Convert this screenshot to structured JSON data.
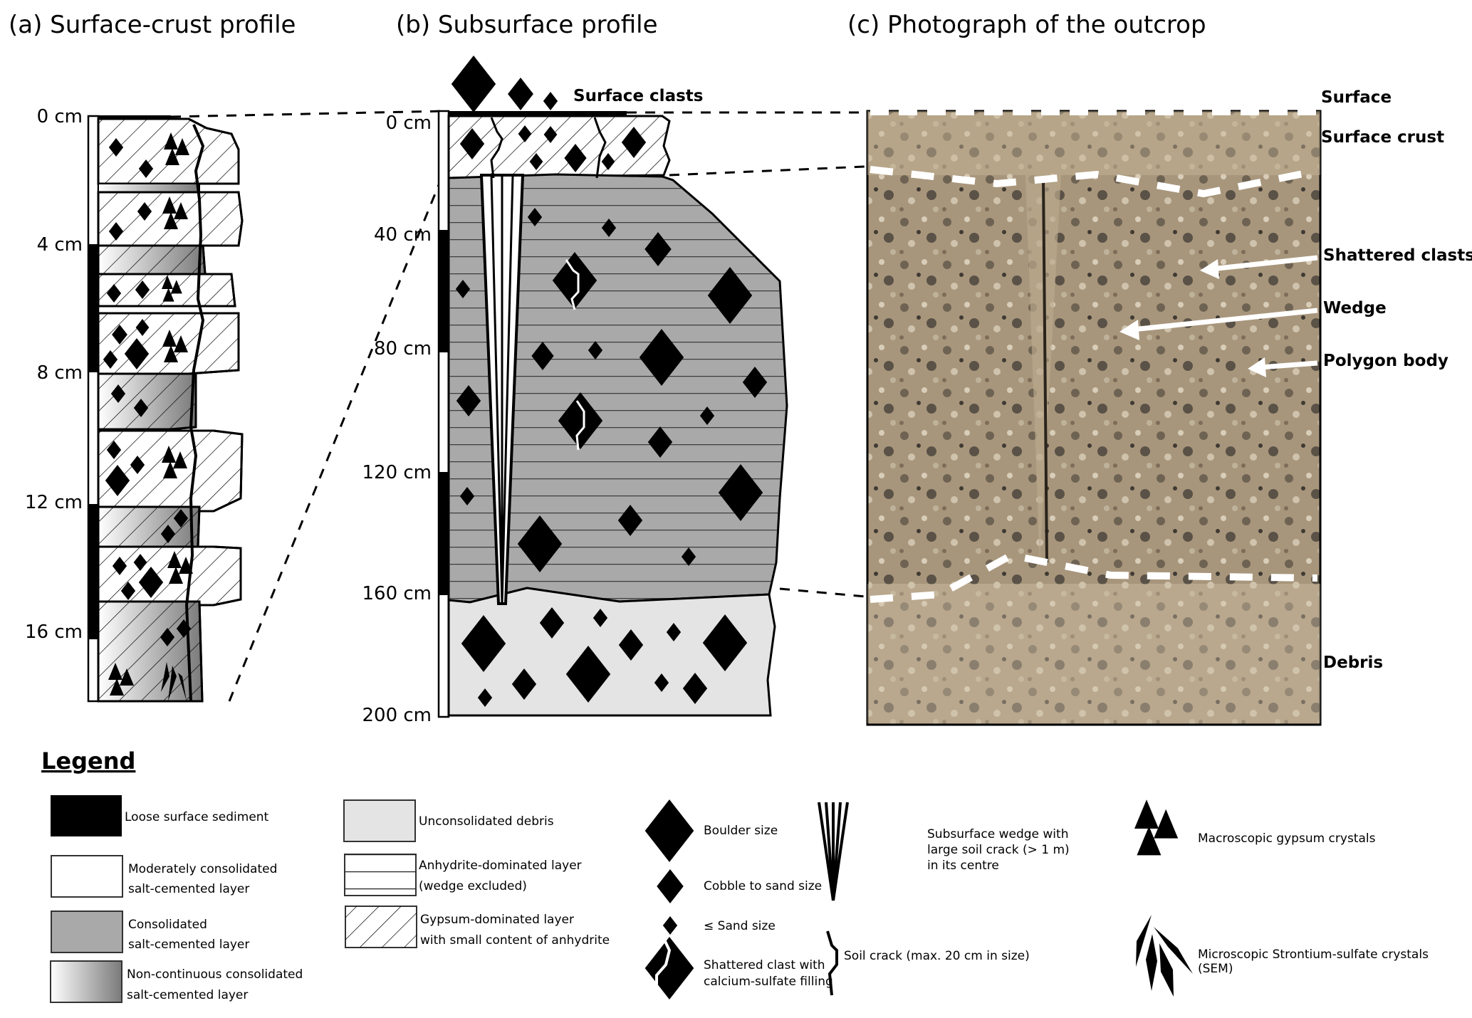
{
  "panels": {
    "a": {
      "title": "(a) Surface-crust profile",
      "ticks": [
        "0 cm",
        "4 cm",
        "8 cm",
        "12 cm",
        "16 cm"
      ]
    },
    "b": {
      "title": "(b) Subsurface profile",
      "ticks": [
        "0 cm",
        "40 cm",
        "80 cm",
        "120 cm",
        "160 cm",
        "200 cm"
      ],
      "surface_label": "Surface clasts"
    },
    "c": {
      "title": "(c) Photograph of the outcrop",
      "labels": {
        "surface": "Surface",
        "surface_crust": "Surface crust",
        "shattered": "Shattered clasts",
        "wedge": "Wedge",
        "polygon": "Polygon body",
        "debris": "Debris"
      }
    }
  },
  "legend": {
    "title": "Legend",
    "items": {
      "loose": "Loose surface sediment",
      "moderate1": "Moderately consolidated",
      "moderate2": "salt-cemented layer",
      "consolidated1": "Consolidated",
      "consolidated2": "salt-cemented layer",
      "noncont1": "Non-continuous consolidated",
      "noncont2": "salt-cemented layer",
      "debris": "Unconsolidated debris",
      "anhydrite1": "Anhydrite-dominated layer",
      "anhydrite2": "(wedge excluded)",
      "gypsum1": "Gypsum-dominated layer",
      "gypsum2": "with small content of anhydrite",
      "boulder": "Boulder size",
      "cobble": "Cobble to sand size",
      "sand": "≤ Sand size",
      "shattered1": "Shattered clast with",
      "shattered2": "calcium-sulfate filling",
      "wedge1": "Subsurface wedge with",
      "wedge2": "large soil crack (> 1 m)",
      "wedge3": "in its centre",
      "crack": "Soil crack (max. 20 cm in size)",
      "gypsumcrystals": "Macroscopic gypsum crystals",
      "strontium1": "Microscopic Strontium-sulfate crystals",
      "strontium2": "(SEM)"
    }
  },
  "colors": {
    "consolidated": "#a9a9a9",
    "debris": "#e4e4e4",
    "photo_base": "#9c8b74"
  }
}
